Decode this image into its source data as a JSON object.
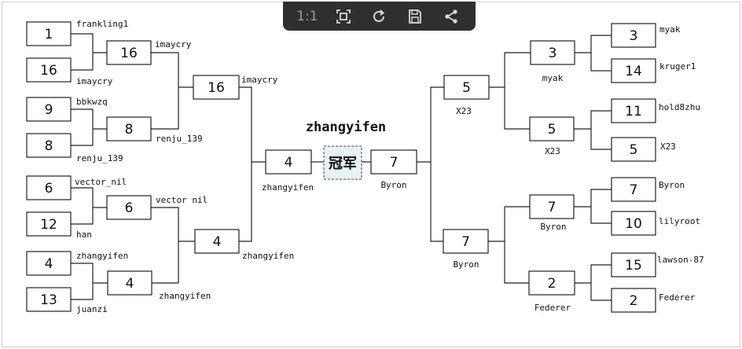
{
  "toolbar": {
    "ratio_label": "1:1",
    "buttons": [
      {
        "name": "actual-size-button",
        "icon": "ratio-1-1-icon"
      },
      {
        "name": "fit-screen-button",
        "icon": "fit-screen-icon"
      },
      {
        "name": "rotate-button",
        "icon": "rotate-icon"
      },
      {
        "name": "save-button",
        "icon": "floppy-disk-icon"
      },
      {
        "name": "share-button",
        "icon": "share-icon"
      }
    ]
  },
  "bracket": {
    "champion_name": "zhangyifen",
    "champion_label": "冠军",
    "final": {
      "left_seed": "4",
      "left_name": "zhangyifen",
      "right_seed": "7",
      "right_name": "Byron"
    },
    "left": {
      "r1": [
        {
          "seed": "1",
          "name": "frankling1"
        },
        {
          "seed": "16",
          "name": "imaycry"
        },
        {
          "seed": "9",
          "name": "bbkwzq"
        },
        {
          "seed": "8",
          "name": "renju_139"
        },
        {
          "seed": "6",
          "name": "vector_nil"
        },
        {
          "seed": "12",
          "name": "han"
        },
        {
          "seed": "4",
          "name": "zhangyifen"
        },
        {
          "seed": "13",
          "name": "juanzi"
        }
      ],
      "r2": [
        {
          "seed": "16",
          "name": "imaycry"
        },
        {
          "seed": "8",
          "name": "renju_139"
        },
        {
          "seed": "6",
          "name": "vector nil"
        },
        {
          "seed": "4",
          "name": "zhangyifen"
        }
      ],
      "r3": [
        {
          "seed": "16",
          "name": "imaycry"
        },
        {
          "seed": "4",
          "name": "zhangyifen"
        }
      ]
    },
    "right": {
      "r1": [
        {
          "seed": "3",
          "name": "myak"
        },
        {
          "seed": "14",
          "name": "kruger1"
        },
        {
          "seed": "11",
          "name": "hold8zhu"
        },
        {
          "seed": "5",
          "name": "X23"
        },
        {
          "seed": "7",
          "name": "Byron"
        },
        {
          "seed": "10",
          "name": "lilyroot"
        },
        {
          "seed": "15",
          "name": "lawson-87"
        },
        {
          "seed": "2",
          "name": "Federer"
        }
      ],
      "r2": [
        {
          "seed": "3",
          "name": "myak"
        },
        {
          "seed": "5",
          "name": "X23"
        },
        {
          "seed": "7",
          "name": "Byron"
        },
        {
          "seed": "2",
          "name": "Federer"
        }
      ],
      "r3": [
        {
          "seed": "5",
          "name": "X23"
        },
        {
          "seed": "7",
          "name": "Byron"
        }
      ]
    }
  }
}
